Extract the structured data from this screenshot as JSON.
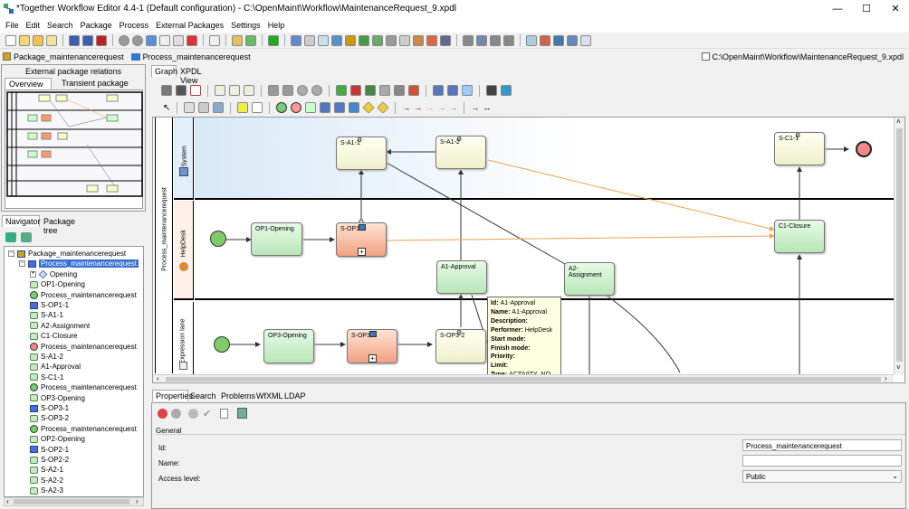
{
  "window": {
    "title": "*Together Workflow Editor 4.4-1 (Default configuration) - C:\\OpenMaint\\Workflow\\MaintenanceRequest_9.xpdl",
    "minimize": "—",
    "maximize": "☐",
    "close": "✕"
  },
  "menu": [
    "File",
    "Edit",
    "Search",
    "Package",
    "Process",
    "External Packages",
    "Settings",
    "Help"
  ],
  "pathbar": {
    "package": "Package_maintenancerequest",
    "process": "Process_maintenancerequest",
    "file": "C:\\OpenMaint\\Workflow\\MaintenanceRequest_9.xpdl"
  },
  "left": {
    "overview_header": "External package relations",
    "tabs": [
      "Overview",
      "Transient package pool"
    ],
    "nav_tabs": [
      "Navigator",
      "Package tree"
    ],
    "tree": [
      {
        "label": "Package_maintenancerequest",
        "kind": "pkg",
        "indent": 0
      },
      {
        "label": "Process_maintenancerequest",
        "kind": "proc",
        "indent": 1,
        "selected": true
      },
      {
        "label": "Opening",
        "kind": "route",
        "indent": 2
      },
      {
        "label": "OP1-Opening",
        "kind": "act",
        "indent": 2
      },
      {
        "label": "Process_maintenancerequest",
        "kind": "start",
        "indent": 2
      },
      {
        "label": "S-OP1-1",
        "kind": "sub",
        "indent": 2
      },
      {
        "label": "S-A1-1",
        "kind": "act",
        "indent": 2
      },
      {
        "label": "A2-Assignment",
        "kind": "act",
        "indent": 2
      },
      {
        "label": "C1-Closure",
        "kind": "act",
        "indent": 2
      },
      {
        "label": "Process_maintenancerequest",
        "kind": "end",
        "indent": 2
      },
      {
        "label": "S-A1-2",
        "kind": "act",
        "indent": 2
      },
      {
        "label": "A1-Approval",
        "kind": "act",
        "indent": 2
      },
      {
        "label": "S-C1-1",
        "kind": "act",
        "indent": 2
      },
      {
        "label": "Process_maintenancerequest",
        "kind": "start",
        "indent": 2
      },
      {
        "label": "OP3-Opening",
        "kind": "act",
        "indent": 2
      },
      {
        "label": "S-OP3-1",
        "kind": "sub",
        "indent": 2
      },
      {
        "label": "S-OP3-2",
        "kind": "act",
        "indent": 2
      },
      {
        "label": "Process_maintenancerequest",
        "kind": "start",
        "indent": 2
      },
      {
        "label": "OP2-Opening",
        "kind": "act",
        "indent": 2
      },
      {
        "label": "S-OP2-1",
        "kind": "sub",
        "indent": 2
      },
      {
        "label": "S-OP2-2",
        "kind": "act",
        "indent": 2
      },
      {
        "label": "S-A2-1",
        "kind": "act",
        "indent": 2
      },
      {
        "label": "S-A2-2",
        "kind": "act",
        "indent": 2
      },
      {
        "label": "S-A2-3",
        "kind": "act",
        "indent": 2
      }
    ]
  },
  "editor_tabs": [
    "Graph",
    "XPDL View"
  ],
  "graph": {
    "pool": "Process_maintenancerequest",
    "lanes": [
      "System",
      "HelpDesk",
      "Expression lane"
    ],
    "activities": {
      "sa11": "S-A1-1",
      "sa12": "S-A1-2",
      "sc11": "S-C1-1",
      "op1": "OP1-Opening",
      "sop11": "S-OP1-1",
      "c1": "C1-Closure",
      "a1": "A1-Approval",
      "a2": "A2-Assignment",
      "op3": "OP3-Opening",
      "sop31": "S-OP3-1",
      "sop32": "S-OP3-2"
    }
  },
  "tooltip": [
    {
      "k": "Id:",
      "v": "A1-Approval"
    },
    {
      "k": "Name:",
      "v": "A1-Approval"
    },
    {
      "k": "Description:",
      "v": ""
    },
    {
      "k": "Performer:",
      "v": "HelpDesk"
    },
    {
      "k": "Start mode:",
      "v": ""
    },
    {
      "k": "Finish mode:",
      "v": ""
    },
    {
      "k": "Priority:",
      "v": ""
    },
    {
      "k": "Limit:",
      "v": ""
    },
    {
      "k": "Type:",
      "v": "ACTIVITY_NO"
    }
  ],
  "bottom_tabs": [
    "Properties",
    "Search",
    "Problems",
    "WfXML",
    "LDAP"
  ],
  "properties": {
    "section": "General",
    "id_label": "Id:",
    "id_value": "Process_maintenancerequest",
    "name_label": "Name:",
    "name_value": "",
    "access_label": "Access level:",
    "access_value": "Public"
  },
  "colors": {
    "orange_edge": "#f0a050",
    "selection": "#3470d0"
  }
}
